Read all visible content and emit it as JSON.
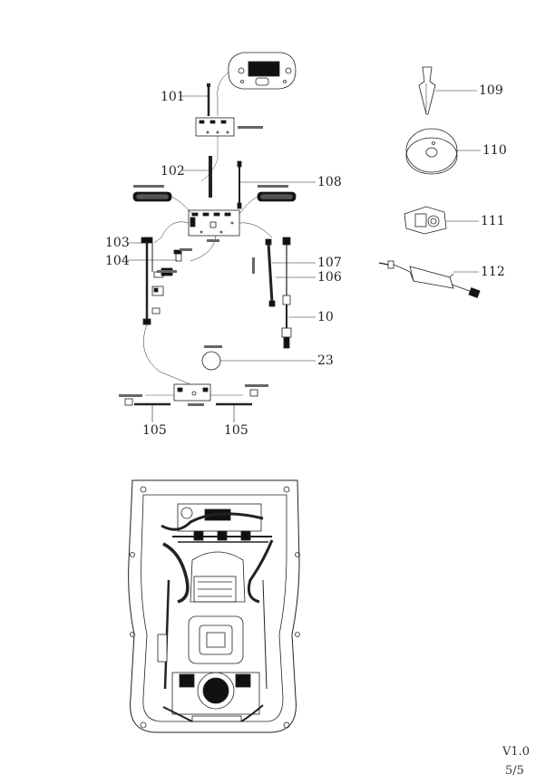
{
  "callouts": {
    "c101": "101",
    "c102": "102",
    "c103": "103",
    "c104": "104",
    "c105a": "105",
    "c105b": "105",
    "c106": "106",
    "c107": "107",
    "c108": "108",
    "c10": "10",
    "c23": "23",
    "c109": "109",
    "c110": "110",
    "c111": "111",
    "c112": "112"
  },
  "footer": {
    "version": "V1.0",
    "page": "5/5"
  },
  "colors": {
    "line": "#222222",
    "part_fill": "#111111"
  },
  "icons": [
    "display-panel-icon",
    "cable-icon",
    "stake-icon",
    "washer-icon",
    "connector-icon",
    "power-adapter-icon",
    "motor-icon",
    "chassis-icon"
  ]
}
